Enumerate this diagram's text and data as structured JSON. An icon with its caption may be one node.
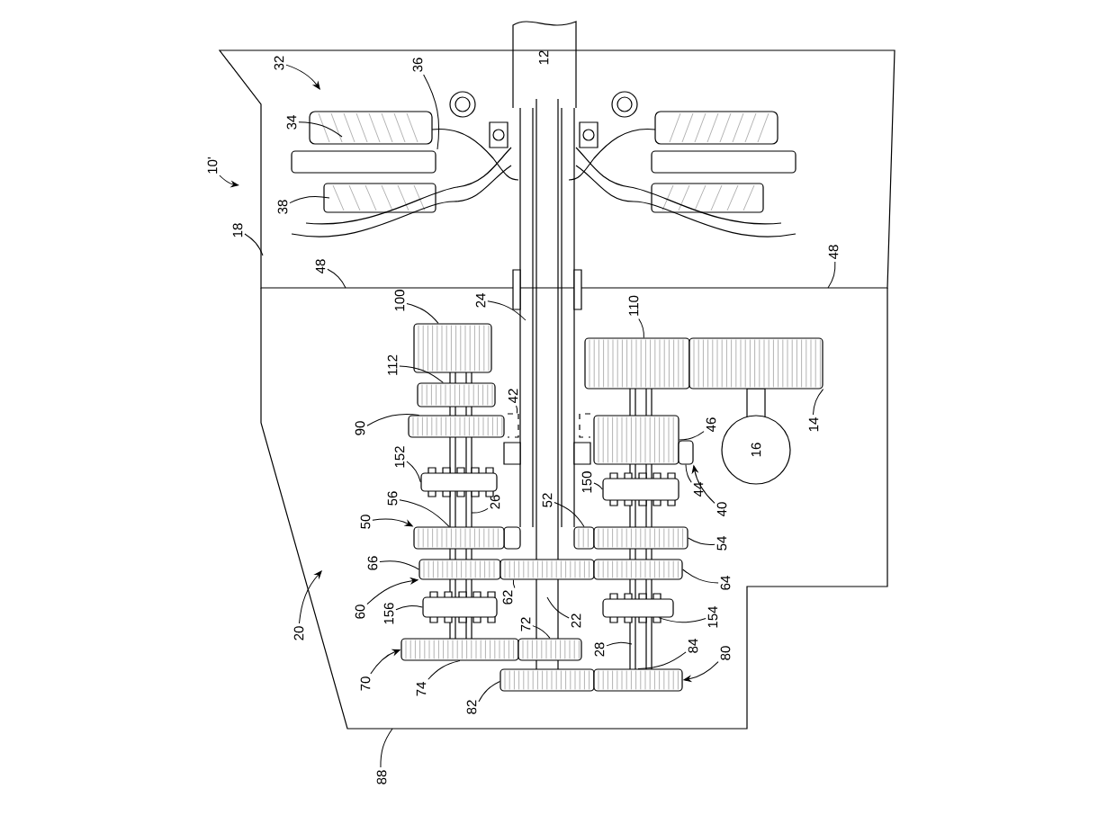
{
  "diagram": {
    "nodes": [
      {
        "text": [
          "10'"
        ]
      },
      {
        "text": [
          "32"
        ]
      },
      {
        "text": [
          "34"
        ]
      },
      {
        "text": [
          "36"
        ]
      },
      {
        "text": [
          "38"
        ]
      },
      {
        "text": [
          "18"
        ]
      },
      {
        "text": [
          "48"
        ]
      },
      {
        "text": [
          "48"
        ]
      },
      {
        "text": [
          "24"
        ]
      },
      {
        "text": [
          "100"
        ]
      },
      {
        "text": [
          "110"
        ]
      },
      {
        "text": [
          "112"
        ]
      },
      {
        "text": [
          "42"
        ]
      },
      {
        "text": [
          "90"
        ]
      },
      {
        "text": [
          "46"
        ]
      },
      {
        "text": [
          "14"
        ]
      },
      {
        "text": [
          "152"
        ]
      },
      {
        "text": [
          "44"
        ]
      },
      {
        "text": [
          "40"
        ]
      },
      {
        "text": [
          "150"
        ]
      },
      {
        "text": [
          "56"
        ]
      },
      {
        "text": [
          "26"
        ]
      },
      {
        "text": [
          "52"
        ]
      },
      {
        "text": [
          "50"
        ]
      },
      {
        "text": [
          "54"
        ]
      },
      {
        "text": [
          "66"
        ]
      },
      {
        "text": [
          "64"
        ]
      },
      {
        "text": [
          "60"
        ]
      },
      {
        "text": [
          "156"
        ]
      },
      {
        "text": [
          "62"
        ]
      },
      {
        "text": [
          "22"
        ]
      },
      {
        "text": [
          "154"
        ]
      },
      {
        "text": [
          "72"
        ]
      },
      {
        "text": [
          "28"
        ]
      },
      {
        "text": [
          "84"
        ]
      },
      {
        "text": [
          "80"
        ]
      },
      {
        "text": [
          "70"
        ]
      },
      {
        "text": [
          "74"
        ]
      },
      {
        "text": [
          "82"
        ]
      },
      {
        "text": [
          "20"
        ]
      },
      {
        "text": [
          "88"
        ]
      },
      {
        "text": [],
        "shape": "box"
      },
      {
        "text": [],
        "shape": "box"
      },
      {
        "text": [],
        "shape": "box"
      },
      {
        "text": [],
        "shape": "box"
      },
      {
        "text": [],
        "shape": "box"
      },
      {
        "text": [],
        "shape": "box"
      },
      {
        "text": [],
        "shape": "box"
      },
      {
        "text": [],
        "shape": "box"
      },
      {
        "text": [],
        "shape": "box"
      },
      {
        "text": [],
        "shape": "box"
      },
      {
        "text": [],
        "shape": "box"
      },
      {
        "text": [],
        "shape": "box"
      },
      {
        "text": [],
        "shape": "box"
      },
      {
        "text": [],
        "shape": "box"
      },
      {
        "text": [],
        "shape": "box"
      },
      {
        "text": [],
        "shape": "box"
      },
      {
        "text": [],
        "shape": "box"
      },
      {
        "text": [],
        "shape": "box"
      },
      {
        "text": [],
        "shape": "box"
      },
      {
        "text": [],
        "shape": "box"
      },
      {
        "text": [],
        "shape": "box"
      },
      {
        "text": [
          "16"
        ]
      },
      {
        "text": [],
        "shape": "box"
      },
      {
        "text": [],
        "shape": "box"
      }
    ],
    "edges": [
      {
        "from": 0,
        "to": null,
        "arrow": "to"
      },
      {
        "from": 1,
        "to": null,
        "arrow": "to"
      },
      {
        "from": 2,
        "to": null,
        "arrow": "none"
      },
      {
        "from": 3,
        "to": null,
        "arrow": "none"
      },
      {
        "from": 4,
        "to": null,
        "arrow": "none"
      },
      {
        "from": 5,
        "to": null,
        "arrow": "none"
      },
      {
        "from": 6,
        "to": null,
        "arrow": "none"
      },
      {
        "from": 7,
        "to": null,
        "arrow": "none"
      },
      {
        "from": 8,
        "to": null,
        "arrow": "none"
      },
      {
        "from": 9,
        "to": 41,
        "arrow": "none"
      },
      {
        "from": 10,
        "to": 44,
        "arrow": "none"
      },
      {
        "from": 11,
        "to": 42,
        "arrow": "none"
      },
      {
        "from": 12,
        "to": 63,
        "arrow": "none"
      },
      {
        "from": 13,
        "to": 43,
        "arrow": "none"
      },
      {
        "from": 14,
        "to": 46,
        "arrow": "none"
      },
      {
        "from": 15,
        "to": 45,
        "arrow": "none"
      },
      {
        "from": 16,
        "to": 48,
        "arrow": "none"
      },
      {
        "from": 17,
        "to": 47,
        "arrow": "none"
      },
      {
        "from": 18,
        "to": 47,
        "arrow": "to"
      },
      {
        "from": 19,
        "to": 49,
        "arrow": "none"
      },
      {
        "from": 20,
        "to": 50,
        "arrow": "none"
      },
      {
        "from": 21,
        "to": null,
        "arrow": "none"
      },
      {
        "from": 22,
        "to": 51,
        "arrow": "none"
      },
      {
        "from": 23,
        "to": 50,
        "arrow": "to"
      },
      {
        "from": 24,
        "to": 52,
        "arrow": "none"
      },
      {
        "from": 25,
        "to": 53,
        "arrow": "none"
      },
      {
        "from": 26,
        "to": 55,
        "arrow": "none"
      },
      {
        "from": 27,
        "to": 53,
        "arrow": "to"
      },
      {
        "from": 28,
        "to": 56,
        "arrow": "none"
      },
      {
        "from": 29,
        "to": 54,
        "arrow": "none"
      },
      {
        "from": 30,
        "to": null,
        "arrow": "none"
      },
      {
        "from": 31,
        "to": 57,
        "arrow": "none"
      },
      {
        "from": 32,
        "to": 59,
        "arrow": "none"
      },
      {
        "from": 33,
        "to": null,
        "arrow": "none"
      },
      {
        "from": 34,
        "to": 61,
        "arrow": "none"
      },
      {
        "from": 35,
        "to": 61,
        "arrow": "to"
      },
      {
        "from": 36,
        "to": 58,
        "arrow": "to"
      },
      {
        "from": 37,
        "to": 58,
        "arrow": "none"
      },
      {
        "from": 38,
        "to": 60,
        "arrow": "none"
      },
      {
        "from": 39,
        "to": null,
        "arrow": "to"
      },
      {
        "from": 40,
        "to": null,
        "arrow": "none"
      }
    ],
    "labels": [
      "12"
    ]
  }
}
